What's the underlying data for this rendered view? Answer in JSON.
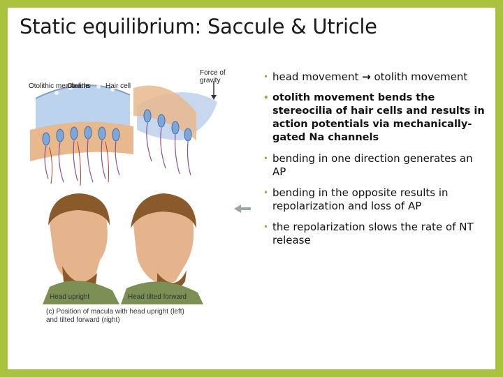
{
  "slide": {
    "title": "Static equilibrium: Saccule & Utricle",
    "colors": {
      "border": "#a9c23f",
      "bullet": "#98b13a"
    }
  },
  "figure": {
    "labels": {
      "otolithic_membrane": "Otolithic membrane",
      "otoliths": "Otoliths",
      "hair_cell": "Hair cell",
      "force_of_gravity": "Force of gravity"
    },
    "head_upright": "Head upright",
    "head_tilted": "Head tilted forward",
    "caption_line1": "(c) Position of macula with head upright (left)",
    "caption_line2": "and tilted forward (right)"
  },
  "bullets": [
    {
      "pre": "head movement ",
      "arrow": "→",
      "post": " otolith movement",
      "bold": false
    },
    {
      "pre": "otolith movement bends the stereocilia of hair cells and results in action potentials via mechanically-gated Na channels",
      "arrow": "",
      "post": "",
      "bold": true
    },
    {
      "pre": "bending in one direction generates an AP",
      "arrow": "",
      "post": "",
      "bold": false
    },
    {
      "pre": "bending in the opposite results in repolarization and loss of AP",
      "arrow": "",
      "post": "",
      "bold": false
    },
    {
      "pre": "the repolarization slows the rate of NT release",
      "arrow": "",
      "post": "",
      "bold": false
    }
  ]
}
